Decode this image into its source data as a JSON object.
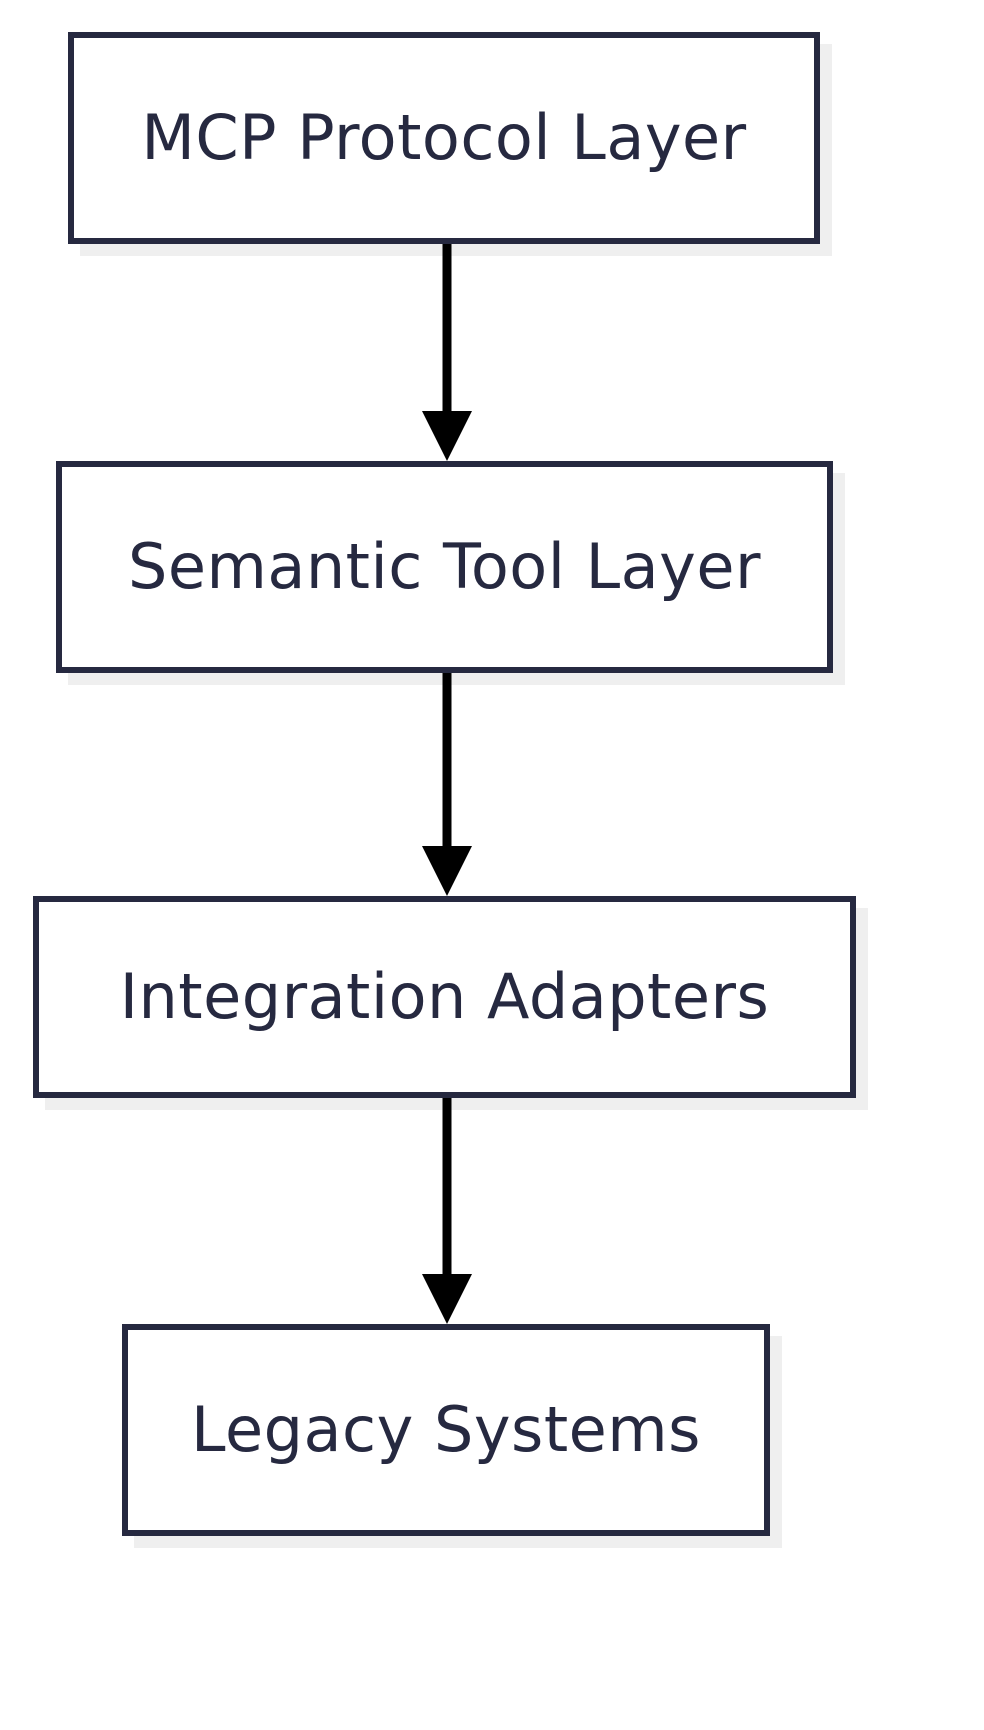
{
  "diagram": {
    "type": "flowchart",
    "direction": "top-to-bottom",
    "title": "",
    "colors": {
      "node_border": "#262940",
      "node_fill": "#ffffff",
      "node_text": "#262940",
      "node_shadow": "#efefef",
      "edge_stroke": "#000000",
      "background": "#ffffff"
    },
    "nodes": [
      {
        "id": "n1",
        "label": "MCP Protocol Layer",
        "shape": "rectangle",
        "order": 1
      },
      {
        "id": "n2",
        "label": "Semantic Tool Layer",
        "shape": "rectangle",
        "order": 2
      },
      {
        "id": "n3",
        "label": "Integration Adapters",
        "shape": "rectangle",
        "order": 3
      },
      {
        "id": "n4",
        "label": "Legacy Systems",
        "shape": "rectangle",
        "order": 4
      }
    ],
    "edges": [
      {
        "id": "e1",
        "from": "n1",
        "to": "n2",
        "label": "",
        "arrow": "down-filled"
      },
      {
        "id": "e2",
        "from": "n2",
        "to": "n3",
        "label": "",
        "arrow": "down-filled"
      },
      {
        "id": "e3",
        "from": "n3",
        "to": "n4",
        "label": "",
        "arrow": "down-filled"
      }
    ]
  }
}
